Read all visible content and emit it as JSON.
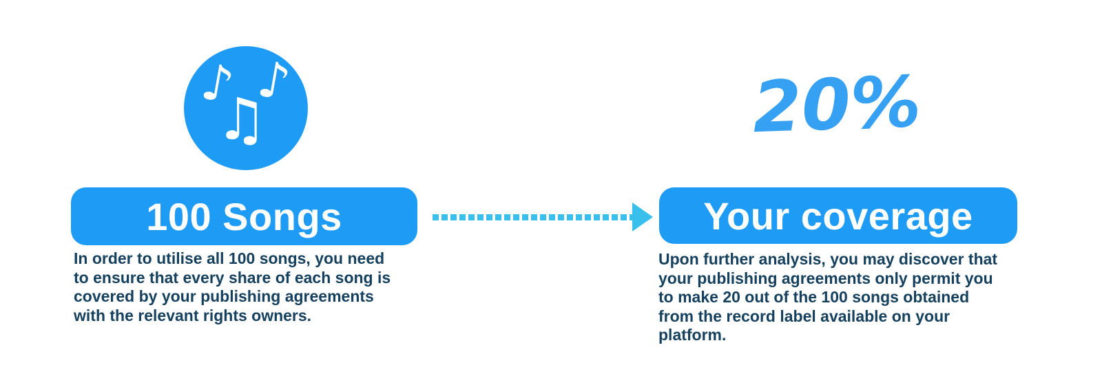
{
  "colors": {
    "primary_blue": "#1E9BF4",
    "percent_blue": "#36A0F2",
    "arrow_cyan": "#38BFEC",
    "text_navy": "#15405E",
    "label_white": "#FFFFFF",
    "background": "#FFFFFF"
  },
  "left": {
    "icon_glyphs": [
      "♪",
      "♫",
      "♪"
    ],
    "label": "100 Songs",
    "description": "In order to utilise all 100 songs, you need\nto ensure that every share of each song is\ncovered by your publishing agreements\nwith the relevant rights owners."
  },
  "arrow": {
    "direction": "right"
  },
  "right": {
    "percentage": "20%",
    "label": "Your coverage",
    "description": "Upon further analysis, you may discover that\nyour publishing agreements only permit you\nto make 20 out of the 100 songs obtained\nfrom the record label available on your\nplatform."
  }
}
